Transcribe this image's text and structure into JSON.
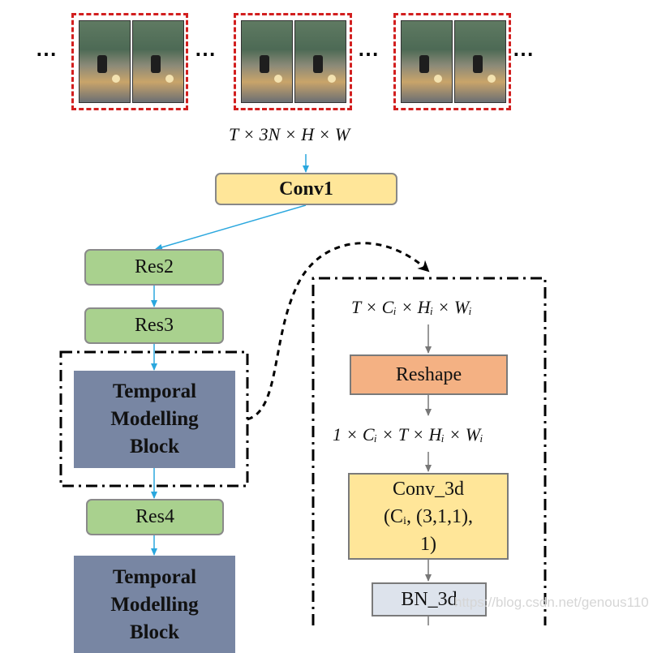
{
  "input_dims": "T × 3N × H × W",
  "blocks": {
    "conv1": "Conv1",
    "res2": "Res2",
    "res3": "Res3",
    "tmb1": [
      "Temporal",
      "Modelling",
      "Block"
    ],
    "res4": "Res4",
    "tmb2": [
      "Temporal",
      "Modelling",
      "Block"
    ]
  },
  "detail": {
    "input_dims": "T × Cᵢ × Hᵢ × Wᵢ",
    "reshape": "Reshape",
    "reshaped_dims": "1 × Cᵢ × T × Hᵢ × Wᵢ",
    "conv3d": [
      "Conv_3d",
      "(Cᵢ, (3,1,1),",
      "1)"
    ],
    "bn3d": "BN_3d"
  },
  "ellipsis": "⋯",
  "watermark": "https://blog.csdn.net/genous110",
  "colors": {
    "conv_fill": "#ffe699",
    "res_fill": "#a9d18e",
    "tmb_fill": "#7886a3",
    "reshape_fill": "#f4b183",
    "bn_fill": "#dde3ec",
    "arrow_blue": "#2aa7de",
    "frame_border_red": "#d21f1f"
  }
}
